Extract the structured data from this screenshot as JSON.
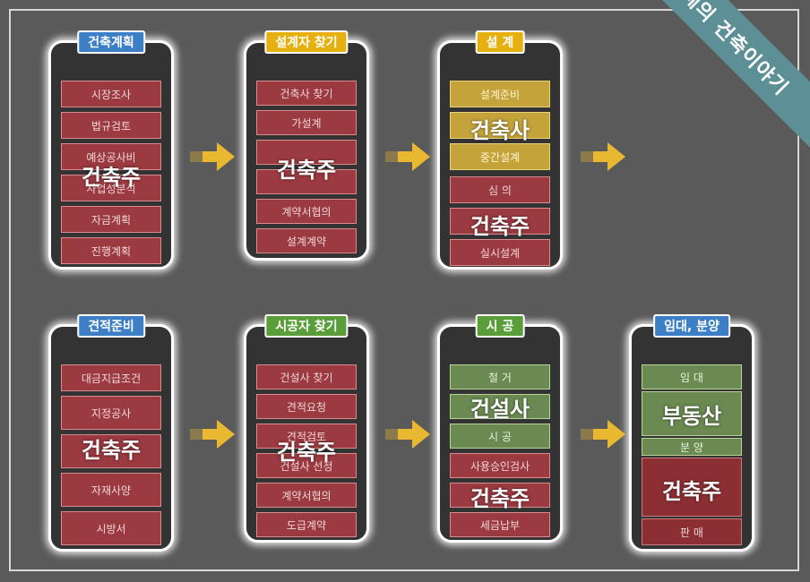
{
  "ribbon": "선례의 건축이야기",
  "cards": [
    {
      "title": "건축계획",
      "badge_color": "#3c7fc6",
      "big": "건축주",
      "rows": [
        "시장조사",
        "법규검토",
        "예상공사비",
        "사업성분석",
        "자금계획",
        "진행계획"
      ]
    },
    {
      "title": "설계자 찾기",
      "badge_color": "#e6b10e",
      "big": "건축주",
      "rows": [
        "건축사 찾기",
        "가설계",
        "",
        "",
        "계약서협의",
        "설계계약"
      ]
    },
    {
      "title": "설 계",
      "badge_color": "#e6b10e",
      "big_top": "건축사",
      "big_bottom": "건축주",
      "rows": [
        "설계준비",
        "",
        "중간설계",
        "심 의",
        "",
        "실시설계"
      ]
    },
    {
      "title": "견적준비",
      "badge_color": "#3c7fc6",
      "big": "건축주",
      "rows": [
        "대금지급조건",
        "지정공사",
        "",
        "자재사양",
        "시방서"
      ]
    },
    {
      "title": "시공자 찾기",
      "badge_color": "#5a9e3a",
      "big": "건축주",
      "rows": [
        "건설사 찾기",
        "견적요청",
        "견적검토",
        "건설사 선정",
        "계약서협의",
        "도급계약"
      ]
    },
    {
      "title": "시 공",
      "badge_color": "#5a9e3a",
      "big_top": "건설사",
      "big_bottom": "건축주",
      "rows": [
        "철 거",
        "",
        "시 공",
        "사용승인검사",
        "",
        "세금납부"
      ]
    },
    {
      "title": "임대, 분양",
      "badge_color": "#3c7fc6",
      "big_top": "부동산",
      "big_bottom": "건축주",
      "rows": [
        "임 대",
        "",
        "분 양",
        "",
        "판 매"
      ]
    }
  ],
  "colors": {
    "arrow": "#e8b830",
    "ribbon": "#5c8f96"
  }
}
